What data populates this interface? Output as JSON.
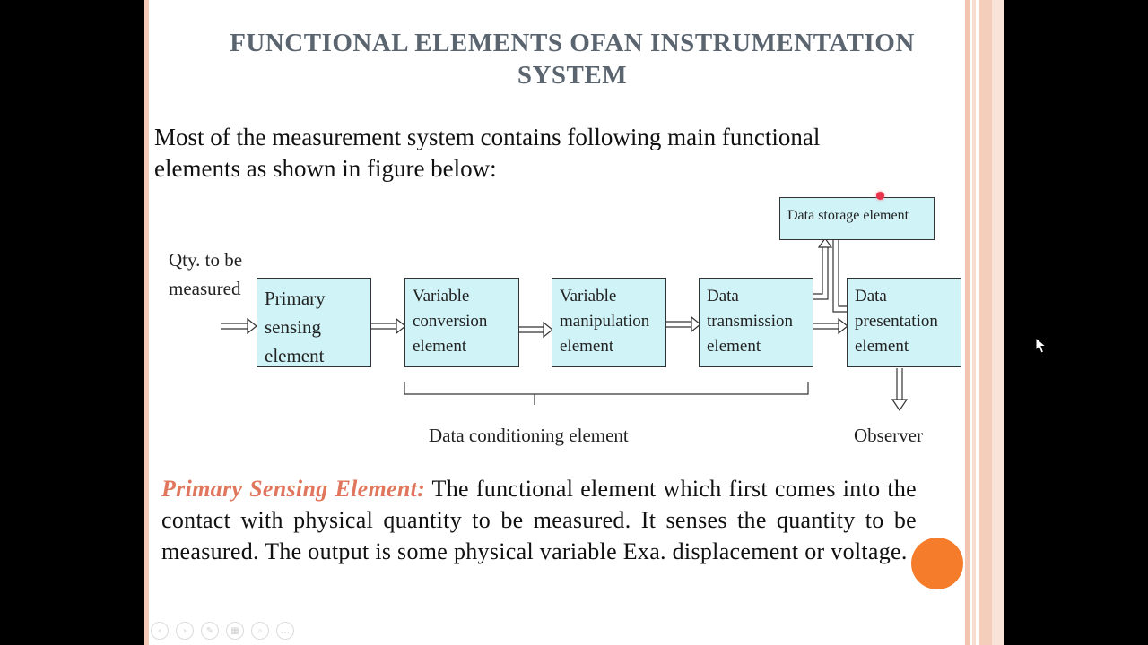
{
  "slide": {
    "title_line1": "FUNCTIONAL ELEMENTS OFAN INSTRUMENTATION",
    "title_line2": "SYSTEM",
    "intro_line1": "Most of the measurement system contains following main functional",
    "intro_line2": "elements as shown in figure below:",
    "colors": {
      "border": "#f4c9b7",
      "box_fill": "#cff3f7",
      "term": "#e0765d",
      "title": "#5b6570",
      "accent_circle": "#f57c2b"
    }
  },
  "diagram": {
    "input_label_1": "Qty. to be",
    "input_label_2": "measured",
    "boxes": [
      {
        "line1": "Primary",
        "line2": "sensing",
        "line3": "element"
      },
      {
        "line1": "Variable",
        "line2": "conversion",
        "line3": "element"
      },
      {
        "line1": "Variable",
        "line2": "manipulation",
        "line3": "element"
      },
      {
        "line1": "Data",
        "line2": "transmission",
        "line3": "element"
      },
      {
        "line1": "Data",
        "line2": "presentation",
        "line3": "element"
      }
    ],
    "storage_label": "Data storage element",
    "conditioning_label": "Data conditioning element",
    "observer_label": "Observer"
  },
  "paragraph": {
    "term": "Primary Sensing Element:",
    "body": " The functional element which first comes into the contact with physical quantity to be measured. It senses the quantity to be measured. The output is some physical variable Exa. displacement or voltage."
  },
  "toolbar": {
    "icons": [
      "prev-icon",
      "next-icon",
      "pen-icon",
      "slides-icon",
      "zoom-icon",
      "more-icon"
    ],
    "glyphs": [
      "‹",
      "›",
      "✎",
      "▦",
      "⌕",
      "…"
    ]
  }
}
